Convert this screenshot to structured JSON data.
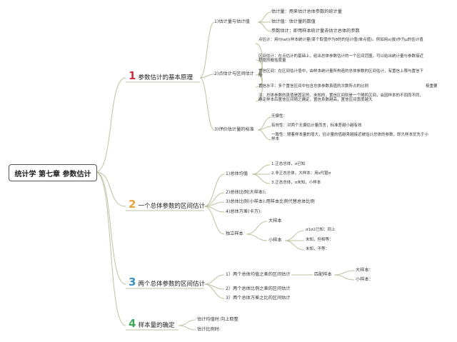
{
  "root": {
    "title": "统计学 第七章 参数估计"
  },
  "colors": {
    "ch1": "#cf3545",
    "ch2": "#e8a33a",
    "ch3": "#3a8ec5",
    "ch4": "#3fa85a",
    "line": "#b9c3a0",
    "text": "#333333"
  },
  "chapters": [
    {
      "num": "1",
      "title": "参数估计的基本原理",
      "sections": [
        {
          "title": "1)估计量与估计值",
          "items": [
            "估计量：用来估计总体参数的统计量",
            "估计值：估计量的数值",
            "参数估计：即用样本统计量去估计总体的参数"
          ]
        },
        {
          "title": "2)点估计与区间估计",
          "items": [
            "点估计：用f(hat)(样本统计量(某个取值作为θ的的估计值(单点值)。例如用x(拔)作为μ的估计值",
            "区间估计：在点估计的基础上，给出总体参数估计的一个区间范围，可以给出统计量与参数接近程度的概括度量",
            "置信区间：在区间估计值中，由样本统计量所构造的总体参数的区间估计，有置信上限与置信下限",
            "置信水平：多个置信区间中包含总体参数真值的次数所占的比例",
            "注：总体参数的真值是固定的、未知的，置信区间则是一个随机区间，会因样本的不同而不同，确定样本后置信区间随之确定，置信系数越高，置信区间宽度越大"
          ],
          "side_note": "极重要"
        },
        {
          "title": "3)评价估计量的标准",
          "items": [
            "无偏性：",
            "有效性：对两个无偏估计量而言，标准差越小越有效",
            "一致性：随着样本量的增大，估计量的值越来越接近被估计总体的参数，即大样本优先于小样本"
          ]
        }
      ]
    },
    {
      "num": "2",
      "title": "一个总体参数的区间估计",
      "mean": {
        "title": "1)总体均值",
        "items": [
          "1.正态总体，σ已知",
          "2.非正态总体，大样本：用s代替σ",
          "3.正态总体，σ未知，小样本"
        ]
      },
      "items": [
        "2)总体比例(大样本):",
        "3)总体比例(小样本):用样本比例代替总体比例",
        "4)总体方差(卡方):"
      ],
      "indep": {
        "title": "独立样本",
        "large": "大样本",
        "small": {
          "title": "小样本",
          "items": [
            "σ1σ2已知：同上",
            "未知，但相等：",
            "未知，不等："
          ]
        }
      }
    },
    {
      "num": "3",
      "title": "两个总体参数的区间估计",
      "items": [
        "1）两个总体均值之差的区间估计",
        "2）两个总体比例之差的区间估计",
        "3）两个总体方差之比的区间估计"
      ],
      "paired": {
        "title": "匹配样本",
        "items": [
          "大样本：",
          "小样本："
        ]
      }
    },
    {
      "num": "4",
      "title": "样本量的确定",
      "items": [
        "估计均值时:向上取整",
        "估计比例时:"
      ]
    }
  ]
}
